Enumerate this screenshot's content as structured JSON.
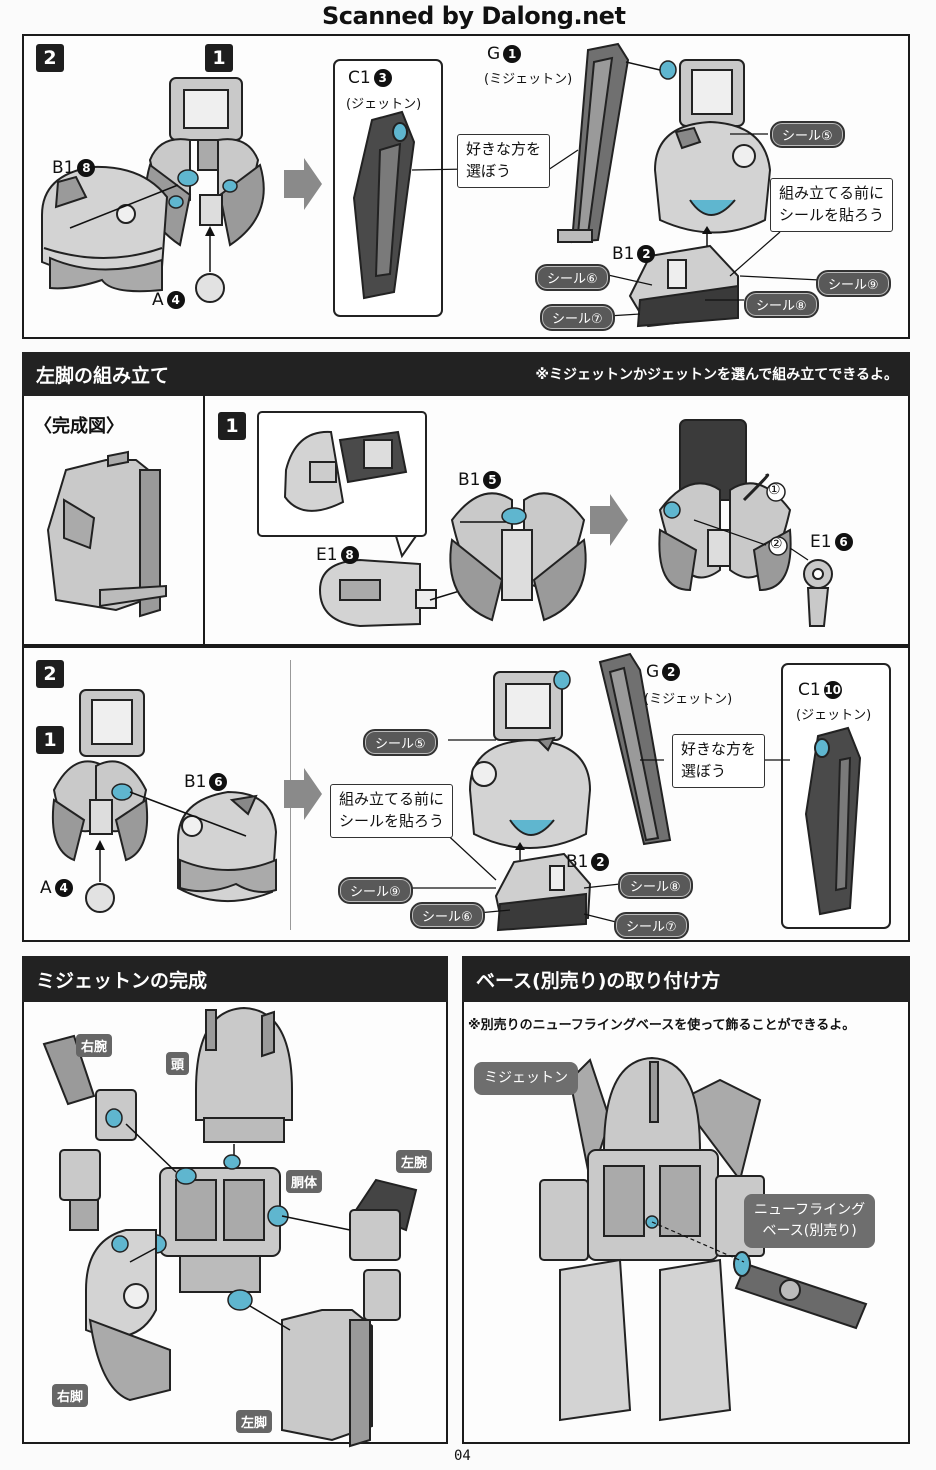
{
  "watermark": "Scanned by Dalong.net",
  "page_number": "04",
  "top_panel": {
    "step_badge": "2",
    "sub_step_badge": "1",
    "labels": {
      "b1_8": "B1",
      "b1_8_num": "8",
      "a4": "A",
      "a4_num": "4",
      "c1_3": "C1",
      "c1_3_num": "3",
      "c1_3_sub": "(ジェットン)",
      "g1": "G",
      "g1_num": "1",
      "g1_sub": "(ミジェットン)",
      "b1_2": "B1",
      "b1_2_num": "2"
    },
    "choose_callout_line1": "好きな方を",
    "choose_callout_line2": "選ぼう",
    "sticker_callout_line1": "組み立てる前に",
    "sticker_callout_line2": "シールを貼ろう",
    "seals": {
      "s5": "シール⑤",
      "s6": "シール⑥",
      "s7": "シール⑦",
      "s8": "シール⑧",
      "s9": "シール⑨"
    }
  },
  "left_leg_header": {
    "title": "左脚の組み立て",
    "note": "※ミジェットンかジェットンを選んで組み立てできるよ。"
  },
  "left_leg_step1": {
    "completed_label": "〈完成図〉",
    "step_badge": "1",
    "labels": {
      "b1_5": "B1",
      "b1_5_num": "5",
      "e1_8": "E1",
      "e1_8_num": "8",
      "e1_6": "E1",
      "e1_6_num": "6",
      "step_1": "①",
      "step_2": "②"
    }
  },
  "left_leg_step2": {
    "step_badge": "2",
    "sub_step_badge": "1",
    "labels": {
      "b1_6": "B1",
      "b1_6_num": "6",
      "a4": "A",
      "a4_num": "4",
      "g2": "G",
      "g2_num": "2",
      "g2_sub": "(ミジェットン)",
      "c1_10": "C1",
      "c1_10_num": "10",
      "c1_10_sub": "(ジェットン)",
      "b1_2": "B1",
      "b1_2_num": "2"
    },
    "choose_callout_line1": "好きな方を",
    "choose_callout_line2": "選ぼう",
    "sticker_callout_line1": "組み立てる前に",
    "sticker_callout_line2": "シールを貼ろう",
    "seals": {
      "s5": "シール⑤",
      "s6": "シール⑥",
      "s7": "シール⑦",
      "s8": "シール⑧",
      "s9": "シール⑨"
    }
  },
  "complete_section": {
    "title": "ミジェットンの完成",
    "parts": {
      "right_arm": "右腕",
      "head": "頭",
      "torso": "胴体",
      "left_arm": "左腕",
      "right_leg": "右脚",
      "left_leg": "左脚"
    }
  },
  "base_section": {
    "title": "ベース(別売り)の取り付け方",
    "note": "※別売りのニューフライングベースを使って飾ることができるよ。",
    "model_tag": "ミジェットン",
    "base_tag_line1": "ニューフライング",
    "base_tag_line2": "ベース(別売り)"
  },
  "colors": {
    "panel_border": "#1b1b1b",
    "header_bg": "#222222",
    "seal_bg": "#595959",
    "part_grey": "#c9c9c9",
    "part_dark": "#4a4a4a",
    "accent_blue": "#5fb6cf",
    "arrow_grey": "#8a8a8a"
  }
}
